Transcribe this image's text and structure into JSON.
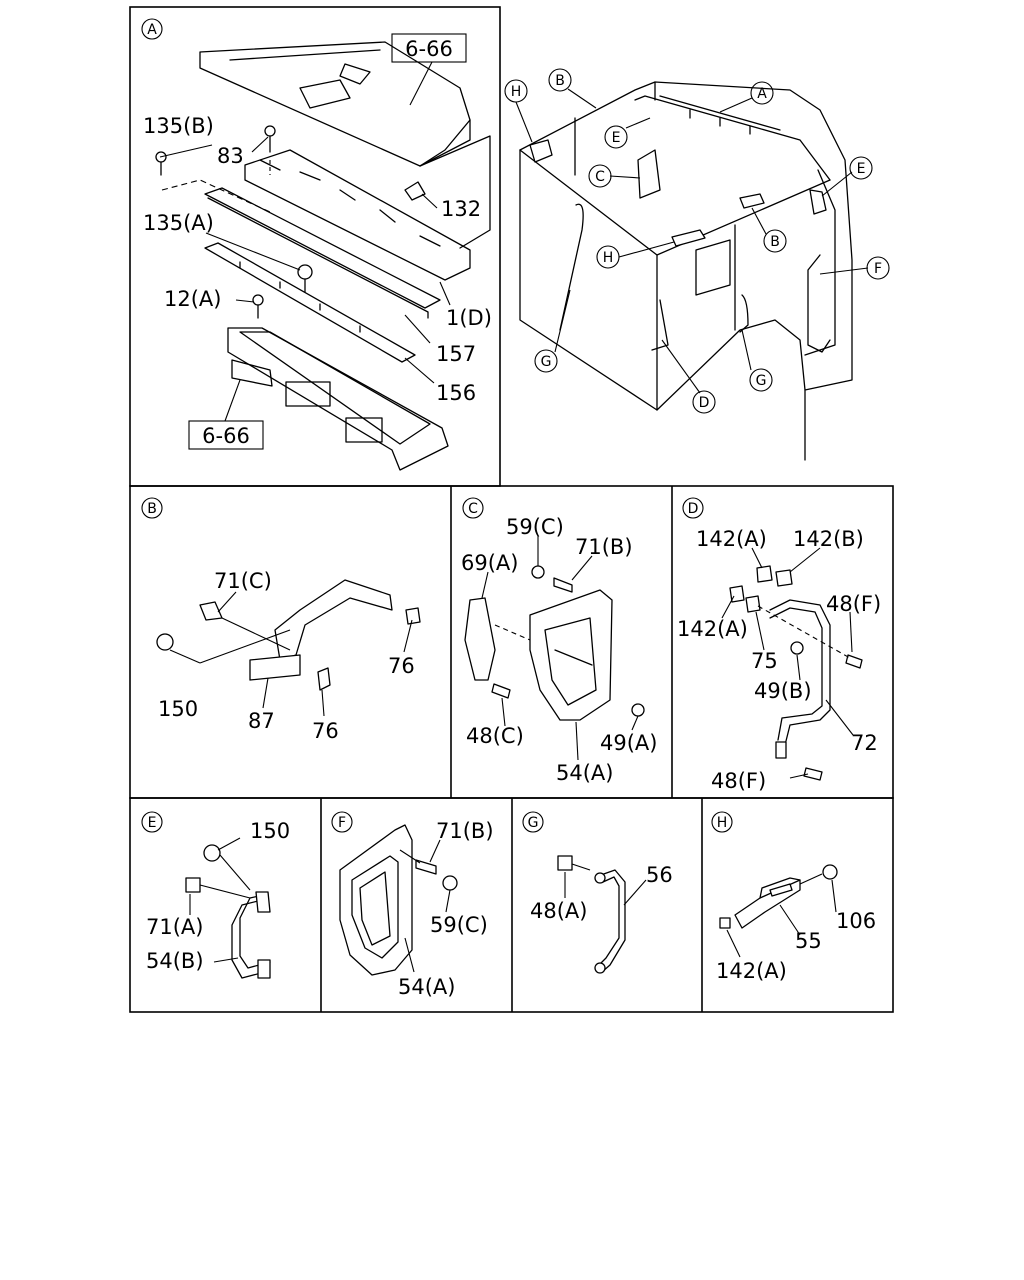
{
  "panels": {
    "A": {
      "letter": "A",
      "refs": [
        "6-66",
        "6-66"
      ],
      "labels": [
        "135(B)",
        "83",
        "135(A)",
        "132",
        "12(A)",
        "1(D)",
        "157",
        "156"
      ]
    },
    "overview": {
      "callouts": [
        "H",
        "B",
        "A",
        "E",
        "C",
        "E",
        "B",
        "H",
        "F",
        "G",
        "G",
        "D"
      ]
    },
    "B": {
      "letter": "B",
      "labels": [
        "71(C)",
        "150",
        "87",
        "76",
        "76"
      ]
    },
    "C": {
      "letter": "C",
      "labels": [
        "59(C)",
        "71(B)",
        "69(A)",
        "48(C)",
        "49(A)",
        "54(A)"
      ]
    },
    "D": {
      "letter": "D",
      "labels": [
        "142(A)",
        "142(B)",
        "142(A)",
        "48(F)",
        "75",
        "49(B)",
        "72",
        "48(F)"
      ]
    },
    "E": {
      "letter": "E",
      "labels": [
        "150",
        "71(A)",
        "54(B)"
      ]
    },
    "F": {
      "letter": "F",
      "labels": [
        "71(B)",
        "59(C)",
        "54(A)"
      ]
    },
    "G": {
      "letter": "G",
      "labels": [
        "56",
        "48(A)"
      ]
    },
    "H": {
      "letter": "H",
      "labels": [
        "106",
        "55",
        "142(A)"
      ]
    }
  }
}
